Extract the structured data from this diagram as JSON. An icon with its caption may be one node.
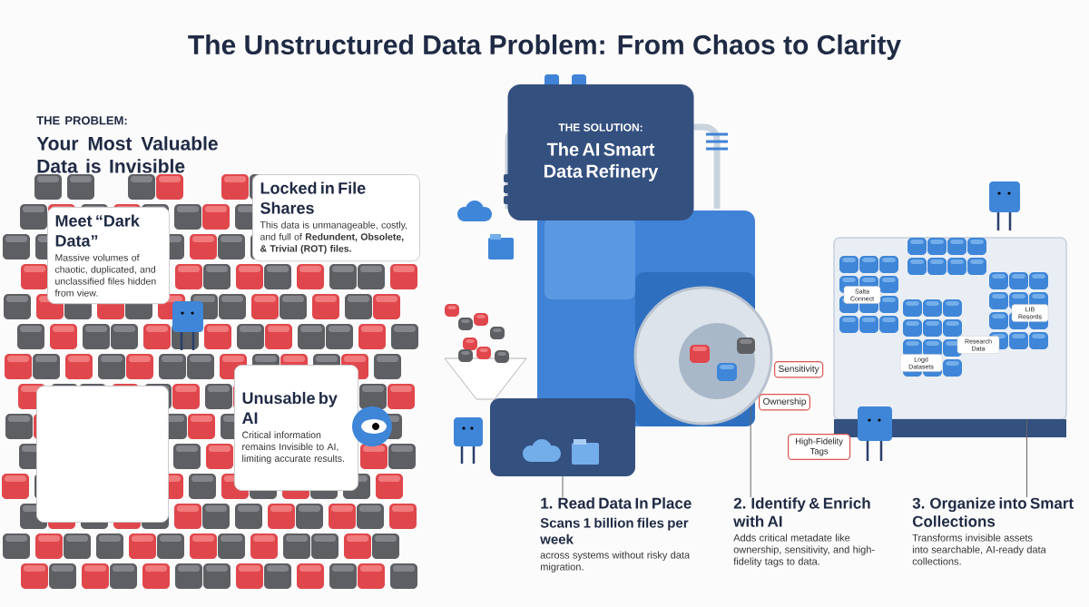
{
  "diagram": {
    "title": "The Unstructured Data Problem: From Chaos to Clarity",
    "nodes": [
      {
        "text": [
          "Meet “Dark Data”",
          "Massive volumes of chaotic, duplicated, and unclassified files hidden from view."
        ]
      },
      {
        "text": [
          "Locked in File Shares",
          "This data is unmanageable, costly, and full of **Redundent, Obsolete, & Trivial (ROT) files.**"
        ]
      },
      {
        "text": [],
        "shape": "box"
      },
      {
        "text": [
          "Unusable by AI",
          "Critical information remains Invisible to AI, limiting accurate results."
        ]
      },
      {
        "text": [
          "THE SOLUTION:",
          "The AI Smart Data Refinery"
        ]
      },
      {
        "text": [
          "Ownership"
        ]
      },
      {
        "text": [
          "Sensitivity"
        ]
      },
      {
        "text": [
          "High-Fidelity Tags"
        ]
      },
      {
        "text": [
          "Salta Connect"
        ],
        "in": 14
      },
      {
        "text": [
          "Logd Datasets"
        ],
        "in": 14
      },
      {
        "text": [
          "Research Data"
        ],
        "in": 14
      },
      {
        "text": [
          "LIB Resords"
        ],
        "in": 14
      },
      {
        "text": [],
        "shape": "picture"
      },
      {
        "text": [],
        "shape": "picture"
      },
      {
        "text": [],
        "shape": "picture"
      },
      {
        "text": [
          "1. Read Data In Place",
          "Scans 1 billion files per week",
          "across systems without risky data migration."
        ]
      },
      {
        "text": [
          "2. Identify & Enrich with AI",
          "Adds critical metadate like ownership, sensitivity, and high-fidelity tags to data."
        ]
      },
      {
        "text": [
          "3. Organize into Smart Collections",
          "Transforms invisible assets into searchable, AI-ready data collections."
        ]
      }
    ],
    "edges": [
      {
        "from": 15,
        "to": 12,
        "arrow": "none"
      },
      {
        "from": 16,
        "to": 13,
        "arrow": "none"
      },
      {
        "from": 17,
        "to": 14,
        "arrow": "none"
      }
    ],
    "labels": [
      "THE PROBLEM:",
      "Your Most Valuable Data is Invisible"
    ]
  }
}
